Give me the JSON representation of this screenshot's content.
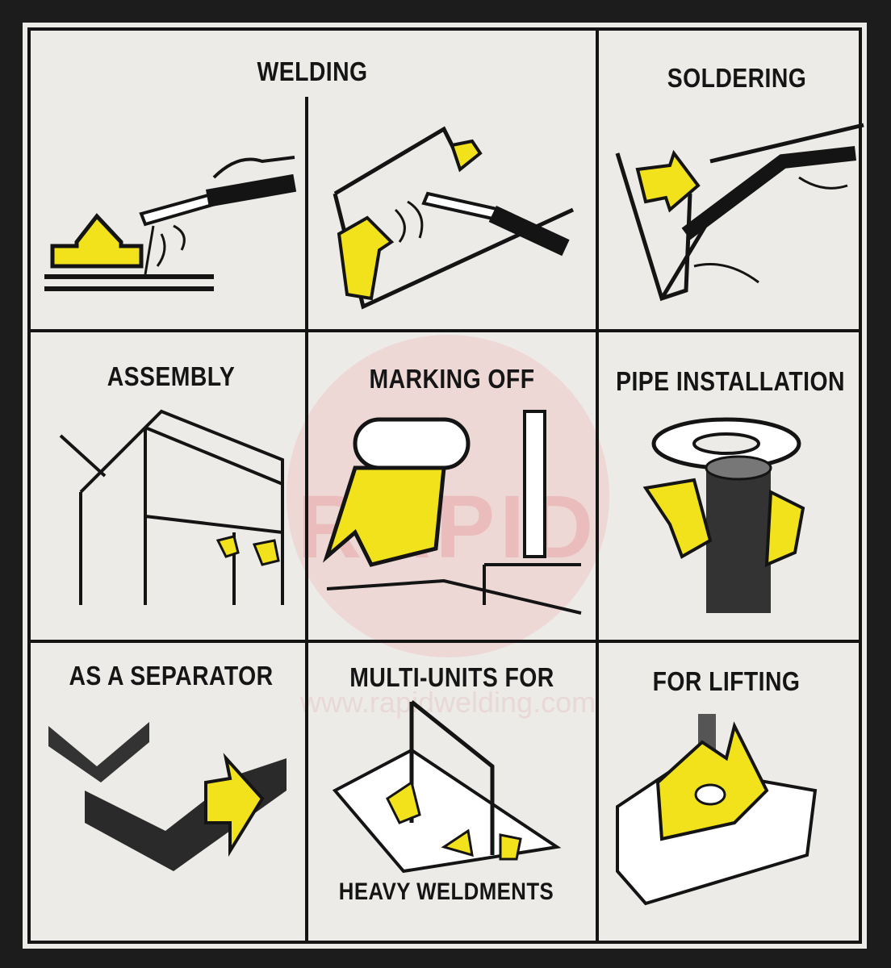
{
  "labels": {
    "welding": "WELDING",
    "soldering": "SOLDERING",
    "assembly": "ASSEMBLY",
    "marking_off": "MARKING OFF",
    "pipe_installation": "PIPE INSTALLATION",
    "separator": "AS A SEPARATOR",
    "multi_units": "MULTI-UNITS FOR",
    "heavy_weldments": "HEAVY WELDMENTS",
    "lifting": "FOR LIFTING"
  },
  "watermark": {
    "logo": "RAPID",
    "url": "www.rapidwelding.com"
  },
  "colors": {
    "yellow": "#f2e21c",
    "ink": "#141414",
    "card": "#ecebe8"
  }
}
